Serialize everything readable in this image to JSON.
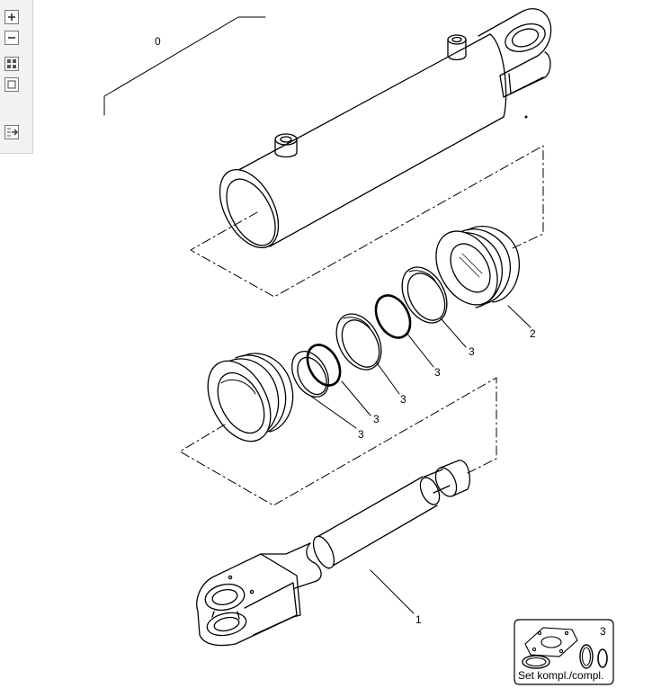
{
  "toolbar": {
    "buttons": [
      {
        "icon": "zoom-in-icon"
      },
      {
        "icon": "zoom-out-icon"
      },
      {
        "icon": "fit-page-icon"
      },
      {
        "icon": "actual-size-icon"
      },
      {
        "icon": "export-icon"
      }
    ]
  },
  "callouts": {
    "assembly": "0",
    "rod": "1",
    "piston": "2",
    "seal_a": "3",
    "seal_b": "3",
    "seal_c": "3",
    "seal_d": "3",
    "seal_e": "3"
  },
  "seal_kit": {
    "number": "3",
    "label": "Set kompl./compl."
  }
}
